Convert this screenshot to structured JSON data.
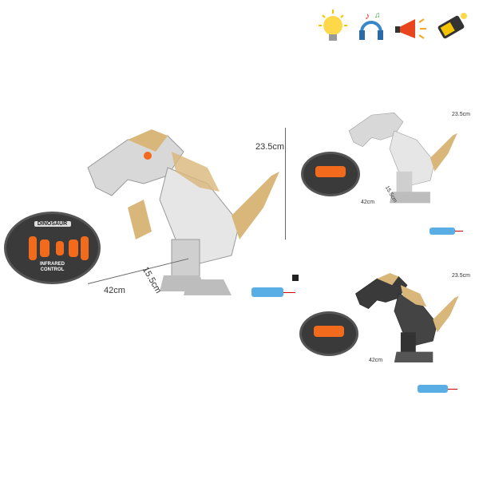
{
  "main": {
    "height": "23.5cm",
    "length": "42cm",
    "width": "15.5cm"
  },
  "small_top": {
    "height": "23.5cm",
    "length": "42cm",
    "width": "15.5cm"
  },
  "small_bottom": {
    "height": "23.5cm",
    "length": "42cm"
  },
  "remote": {
    "title": "DINOSAUR",
    "label_line1": "INFRARED",
    "label_line2": "CONTROL"
  },
  "feature_icons": [
    "light-bulb-icon",
    "music-headphones-icon",
    "megaphone-sound-icon",
    "battery-icon"
  ],
  "colors": {
    "accent": "#f26a1b",
    "robot_silver": "#d8d8d8",
    "robot_gold": "#d9b77a",
    "robot_dark": "#333333",
    "battery": "#5aaee6"
  }
}
